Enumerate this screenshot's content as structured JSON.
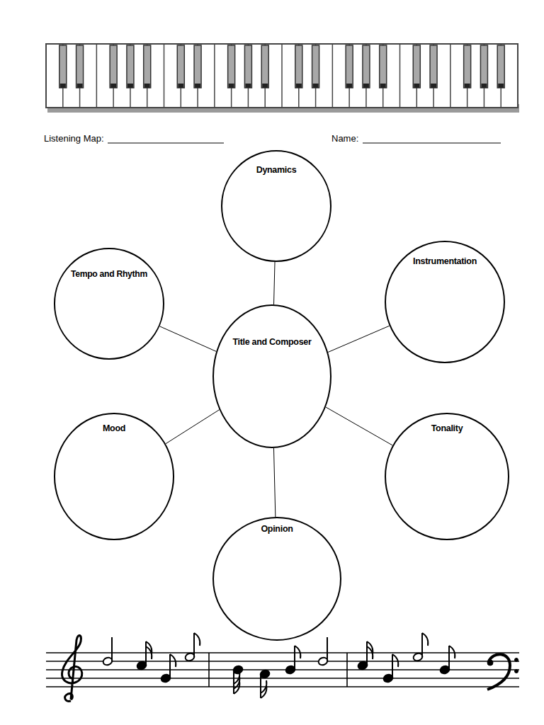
{
  "diagram": {
    "nodes": [
      {
        "text": [
          "Dynamics"
        ]
      },
      {
        "text": [
          "Tempo and Rhythm"
        ]
      },
      {
        "text": [
          "Instrumentation"
        ]
      },
      {
        "text": [
          "Title and Composer"
        ]
      },
      {
        "text": [
          "Mood"
        ]
      },
      {
        "text": [
          "Tonality"
        ]
      },
      {
        "text": [
          "Opinion"
        ]
      }
    ],
    "edges": [
      {
        "from": 3,
        "to": 0,
        "arrow": "none"
      },
      {
        "from": 3,
        "to": 1,
        "arrow": "none"
      },
      {
        "from": 3,
        "to": 2,
        "arrow": "none"
      },
      {
        "from": 3,
        "to": 4,
        "arrow": "none"
      },
      {
        "from": 3,
        "to": 5,
        "arrow": "none"
      },
      {
        "from": 3,
        "to": 6,
        "arrow": "none"
      }
    ],
    "labels": [
      "Listening Map:",
      "Name:"
    ]
  }
}
